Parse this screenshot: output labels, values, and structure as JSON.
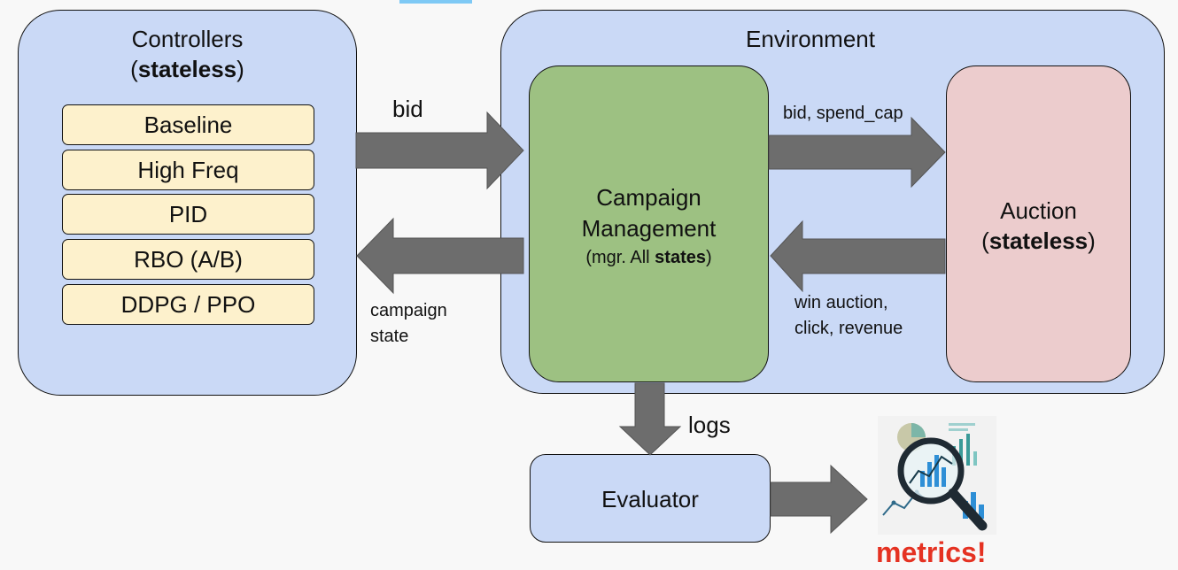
{
  "controllers": {
    "title": "Controllers",
    "paren_open": "(",
    "stateless": "stateless",
    "paren_close": ")",
    "items": [
      "Baseline",
      "High Freq",
      "PID",
      "RBO (A/B)",
      "DDPG / PPO"
    ]
  },
  "environment": {
    "title": "Environment"
  },
  "campaign": {
    "line1": "Campaign",
    "line2": "Management",
    "line3_prefix": "(mgr. All ",
    "line3_bold": "states",
    "line3_suffix": ")"
  },
  "auction": {
    "title": "Auction",
    "paren_open": "(",
    "stateless": "stateless",
    "paren_close": ")"
  },
  "evaluator": {
    "title": "Evaluator"
  },
  "labels": {
    "bid": "bid",
    "campaign_state_line1": "campaign",
    "campaign_state_line2": "state",
    "bid_spend_cap": "bid, spend_cap",
    "win_auction_line1": "win auction,",
    "win_auction_line2": "click, revenue",
    "logs": "logs",
    "metrics": "metrics!"
  },
  "colors": {
    "controller_bg": "#cad9f6",
    "campaign_bg": "#9dc182",
    "auction_bg": "#eccccd",
    "item_bg": "#fdf1cc",
    "arrow": "#6d6d6d",
    "metrics_text": "#e53222"
  },
  "icons": {
    "metrics_picture": "magnifier-over-charts-icon"
  }
}
